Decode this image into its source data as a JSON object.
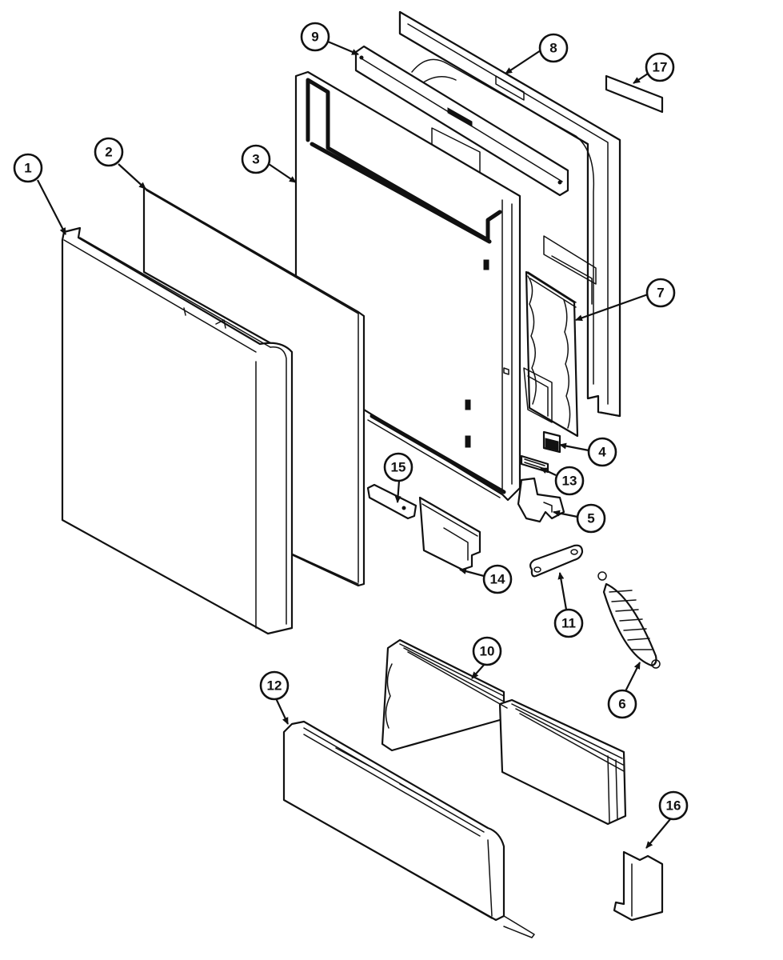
{
  "diagram": {
    "style": "exploded parts diagram",
    "line_color": "#111111",
    "background": "#ffffff",
    "callouts": [
      "1",
      "2",
      "3",
      "4",
      "5",
      "6",
      "7",
      "8",
      "9",
      "10",
      "11",
      "12",
      "13",
      "14",
      "15",
      "16",
      "17"
    ]
  }
}
